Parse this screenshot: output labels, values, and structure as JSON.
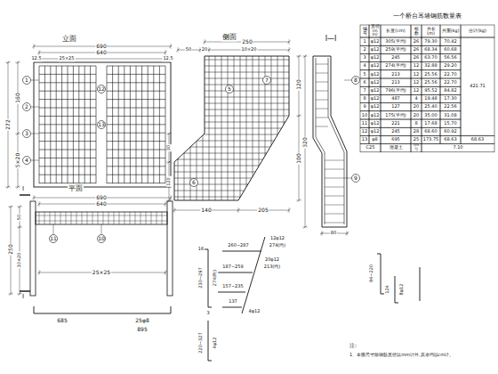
{
  "diagram": {
    "labels": [
      "立面",
      "690",
      "640",
      "12.5",
      "25×25",
      "12.5",
      "272",
      "160",
      "5×20",
      "1",
      "2",
      "3",
      "4",
      "13",
      "12",
      "侧面",
      "250",
      "50",
      "20",
      "10×20",
      "140",
      "205",
      "120",
      "100",
      "30",
      "120",
      "5",
      "6",
      "7",
      "I—I",
      "320",
      "80",
      "8",
      "9",
      "平面",
      "I",
      "I",
      "690",
      "640",
      "25×25",
      "250",
      "50",
      "10×20",
      "10",
      "11",
      "685",
      "25φ8",
      "895",
      "16",
      "230~297",
      "274(均)",
      "3",
      "220~327",
      "4φ12",
      "260~287",
      "12φ12",
      "274(均)",
      "20φ12",
      "213(均)",
      "187~259",
      "157~235",
      "137",
      "4φ12",
      "94~220",
      "124",
      "8φ12",
      "注:",
      "1、本图尺寸除钢筋直径以mm计外,其余均以cm计。",
      "一个桥台耳墙钢筋数量表",
      "编号",
      "直径(mm)",
      "长度(cm)",
      "根数",
      "共长(m)",
      "共重(kg)",
      "合计(kg)",
      "1",
      "φ12",
      "305(平均)",
      "26",
      "79.30",
      "70.42",
      "2",
      "φ12",
      "259(平均)",
      "26",
      "68.34",
      "60.68",
      "3",
      "φ12",
      "245",
      "26",
      "63.70",
      "56.56",
      "4",
      "φ12",
      "274(平均)",
      "12",
      "32.88",
      "29.20",
      "5",
      "φ12",
      "213",
      "12",
      "25.56",
      "22.70",
      "6",
      "φ12",
      "213",
      "12",
      "25.56",
      "22.70",
      "7",
      "φ12",
      "796(平均)",
      "12",
      "95.52",
      "84.82",
      "8",
      "φ12",
      "487",
      "4",
      "19.48",
      "17.30",
      "9",
      "φ12",
      "127",
      "20",
      "25.40",
      "22.56",
      "10",
      "φ12",
      "175(平均)",
      "20",
      "35.00",
      "31.08",
      "11",
      "φ12",
      "221",
      "8",
      "17.68",
      "15.70",
      "12",
      "φ12",
      "245",
      "28",
      "68.60",
      "60.92",
      "421.71",
      "13",
      "φ8",
      "695",
      "25",
      "173.75",
      "68.63",
      "68.63",
      "C25",
      "混凝土",
      "(m³)",
      "7.10"
    ]
  }
}
